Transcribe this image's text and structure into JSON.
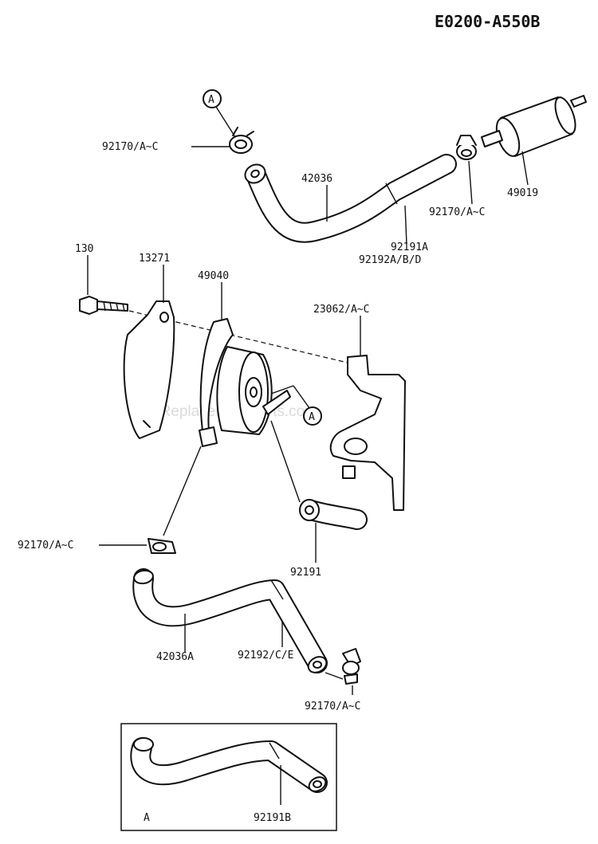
{
  "diagram_code": "E0200-A550B",
  "watermark": "eReplacementParts.com",
  "callout_A": "A",
  "labels": {
    "clamp_top": "92170/A~C",
    "hose_top": "42036",
    "clamp_right": "92170/A~C",
    "filter": "49019",
    "hose_sleeve_1": "92191A",
    "hose_sleeve_2": "92192A/B/D",
    "bolt": "130",
    "cover": "13271",
    "oil_filter": "49040",
    "bracket": "23062/A~C",
    "clamp_mid": "92170/A~C",
    "hose_short": "92191",
    "hose_bottom": "42036A",
    "sleeve_bottom": "92192/C/E",
    "clamp_bottom": "92170/A~C",
    "inset_hose": "92191B",
    "inset_letter": "A"
  }
}
